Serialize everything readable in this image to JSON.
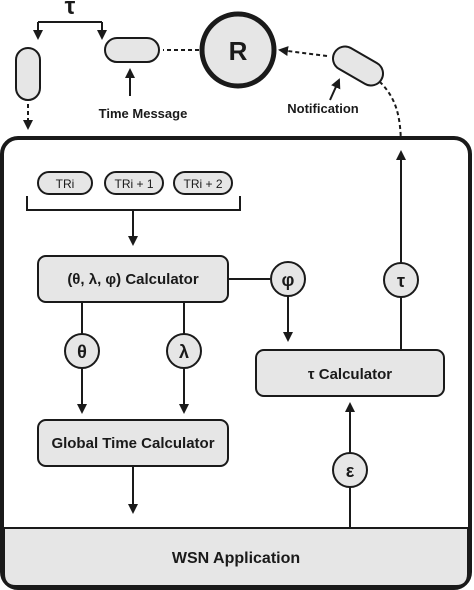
{
  "top": {
    "tau_symbol": "τ",
    "r_label": "R",
    "time_message_label": "Time Message",
    "notification_label": "Notification"
  },
  "chips": [
    "TRi",
    "TRi + 1",
    "TRi + 2"
  ],
  "blocks": {
    "main_calculator": "(θ, λ, φ)  Calculator",
    "global_time_calculator": "Global Time Calculator",
    "tau_calculator": "τ  Calculator",
    "wsn_application": "WSN Application"
  },
  "symbols": {
    "theta": "θ",
    "lambda": "λ",
    "phi": "φ",
    "tau": "τ",
    "epsilon": "ε"
  },
  "colors": {
    "box_fill": "#e6e6e6",
    "stroke": "#1a1a1a",
    "background": "#ffffff"
  }
}
